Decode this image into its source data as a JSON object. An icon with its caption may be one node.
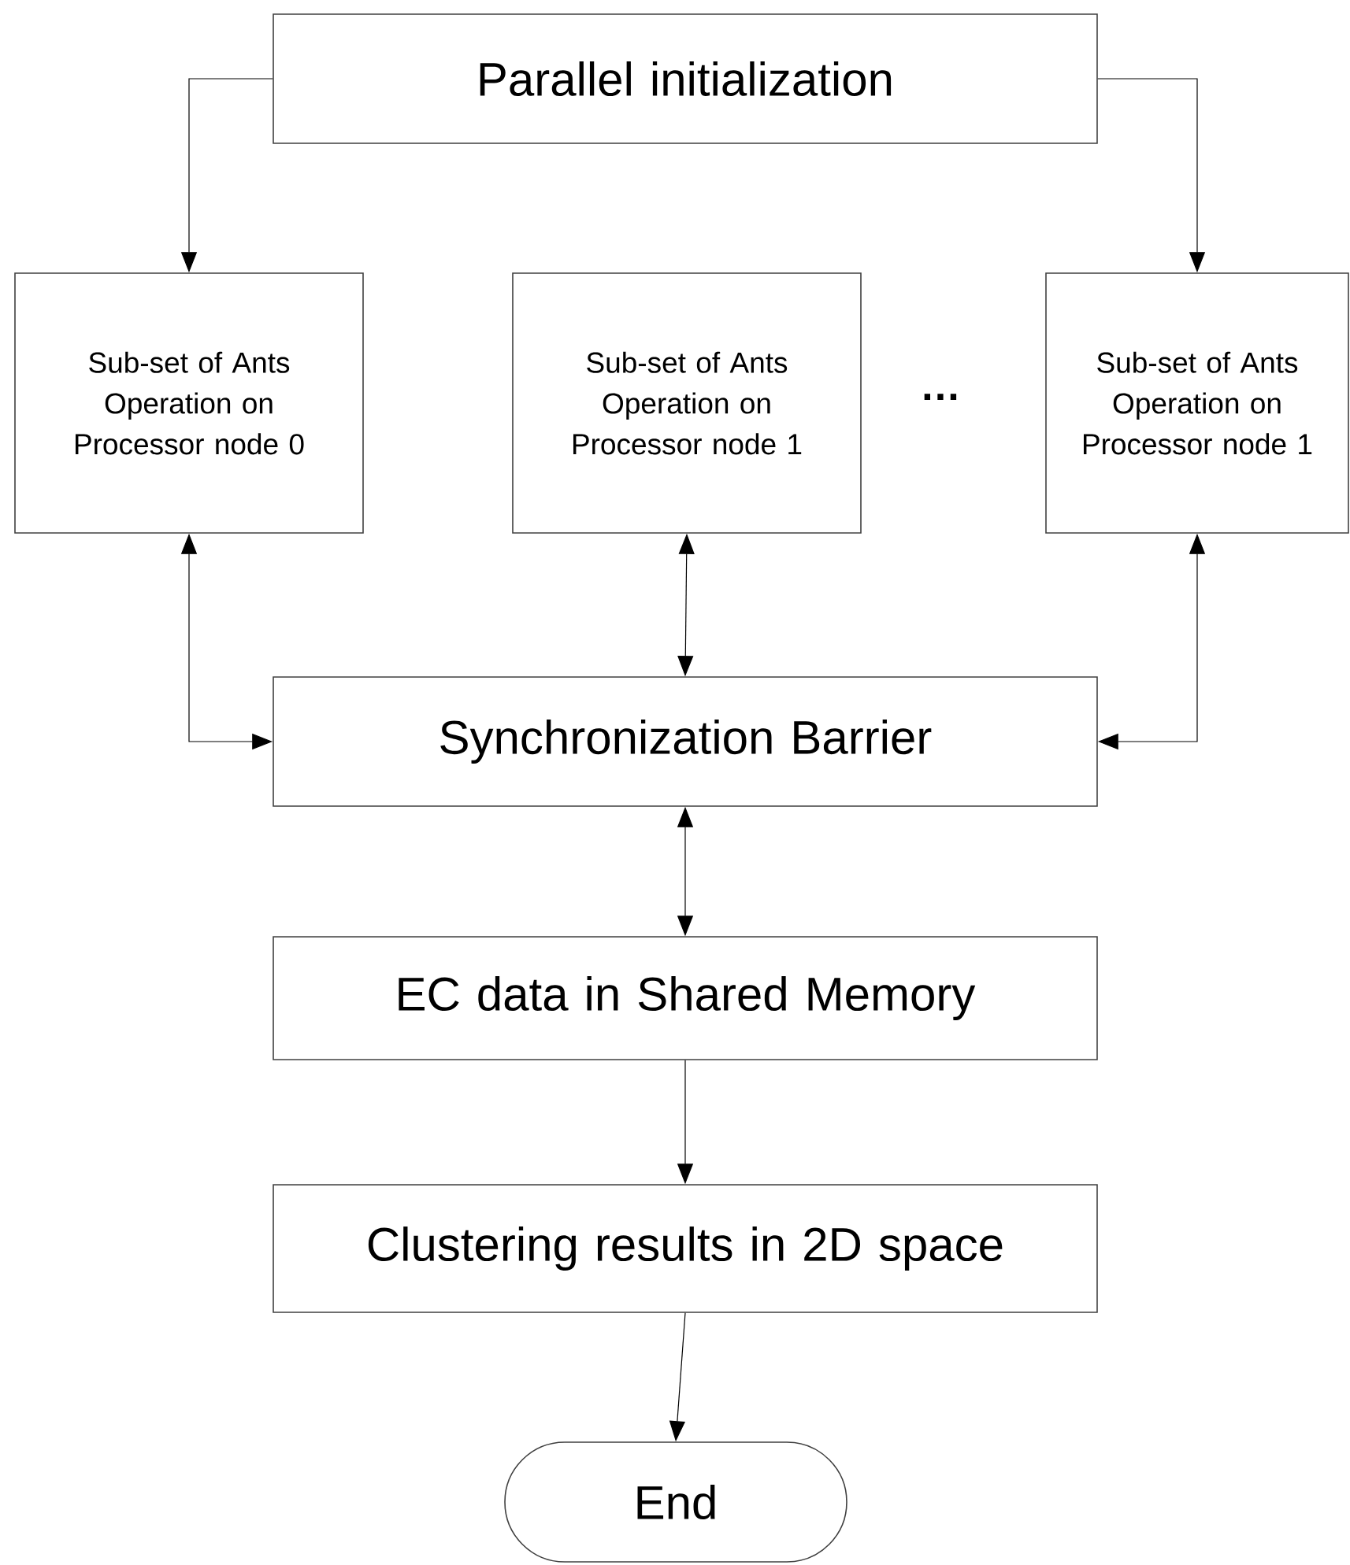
{
  "diagram": {
    "nodes": [
      {
        "text": [
          "Parallel initialization"
        ]
      },
      {
        "text": [
          "Sub-set of Ants Operation on Processor node 0"
        ]
      },
      {
        "text": [
          "Sub-set of Ants Operation on Processor node 1"
        ]
      },
      {
        "text": [
          "Sub-set of Ants Operation on Processor node 1"
        ]
      },
      {
        "text": [
          "Synchronization Barrier"
        ]
      },
      {
        "text": [
          "EC data in Shared Memory"
        ]
      },
      {
        "text": [
          "Clustering results in 2D space"
        ]
      },
      {
        "text": [
          "End"
        ]
      }
    ],
    "edges": [
      {
        "from": 0,
        "to": 1,
        "arrow": "to"
      },
      {
        "from": 0,
        "to": 3,
        "arrow": "to"
      },
      {
        "from": 1,
        "to": 4,
        "arrow": "both"
      },
      {
        "from": 2,
        "to": 4,
        "arrow": "both"
      },
      {
        "from": 3,
        "to": 4,
        "arrow": "both"
      },
      {
        "from": 4,
        "to": 5,
        "arrow": "both"
      },
      {
        "from": 5,
        "to": 6,
        "arrow": "to"
      },
      {
        "from": 6,
        "to": 7,
        "arrow": "to"
      }
    ],
    "labels": [
      "…"
    ]
  }
}
